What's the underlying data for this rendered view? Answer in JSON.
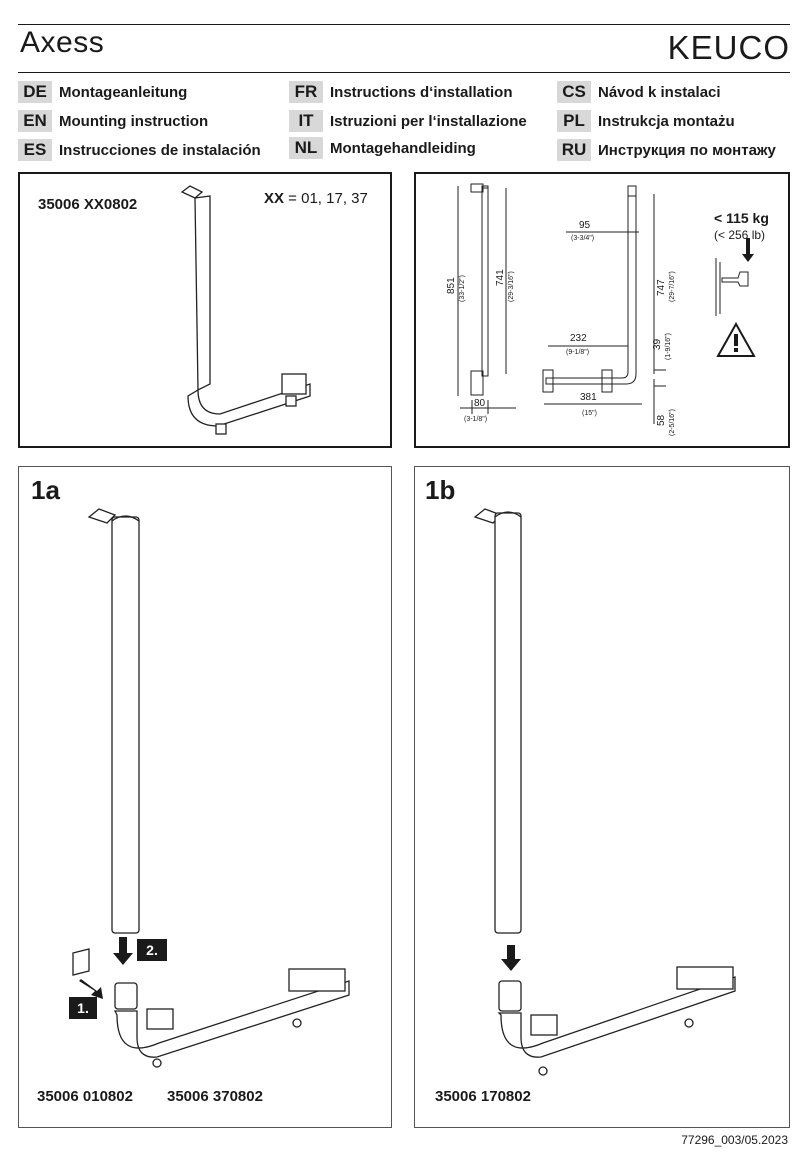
{
  "header": {
    "title": "Axess",
    "brand": "KEUCO"
  },
  "languages": [
    {
      "code": "DE",
      "label": "Montageanleitung"
    },
    {
      "code": "EN",
      "label": "Mounting instruction"
    },
    {
      "code": "ES",
      "label": "Instrucciones de instalación"
    },
    {
      "code": "FR",
      "label": "Instructions d‘installation"
    },
    {
      "code": "IT",
      "label": "Istruzioni per l‘installazione"
    },
    {
      "code": "NL",
      "label": "Montagehandleiding"
    },
    {
      "code": "CS",
      "label": "Návod k instalaci"
    },
    {
      "code": "PL",
      "label": "Instrukcja montażu"
    },
    {
      "code": "RU",
      "label": "Инструкция по монтажу"
    }
  ],
  "product_panel": {
    "article": "35006 XX0802",
    "variant_key": "XX",
    "variant_values": " = 01, 17, 37"
  },
  "dimensions_panel": {
    "dims": {
      "d851": "851",
      "d851_in": "(33-1/2\")",
      "d741": "741",
      "d741_in": "(29-3/16\")",
      "d80": "80",
      "d80_in": "(3-1/8\")",
      "d95": "95",
      "d95_in": "(3-3/4\")",
      "d232": "232",
      "d232_in": "(9-1/8\")",
      "d747": "747",
      "d747_in": "(29-7/16\")",
      "d39": "39",
      "d39_in": "(1-9/16\")",
      "d381": "381",
      "d381_in": "(15\")",
      "d58": "58",
      "d58_in": "(2-5/16\")"
    },
    "load": "< 115 kg",
    "load_lb": "(< 256 lb)"
  },
  "step_1a": {
    "label": "1a",
    "step1": "1.",
    "step2": "2.",
    "articles": [
      "35006 010802",
      "35006 370802"
    ]
  },
  "step_1b": {
    "label": "1b",
    "article": "35006 170802"
  },
  "footer": {
    "doc_id": "77296_003/05.2023"
  }
}
